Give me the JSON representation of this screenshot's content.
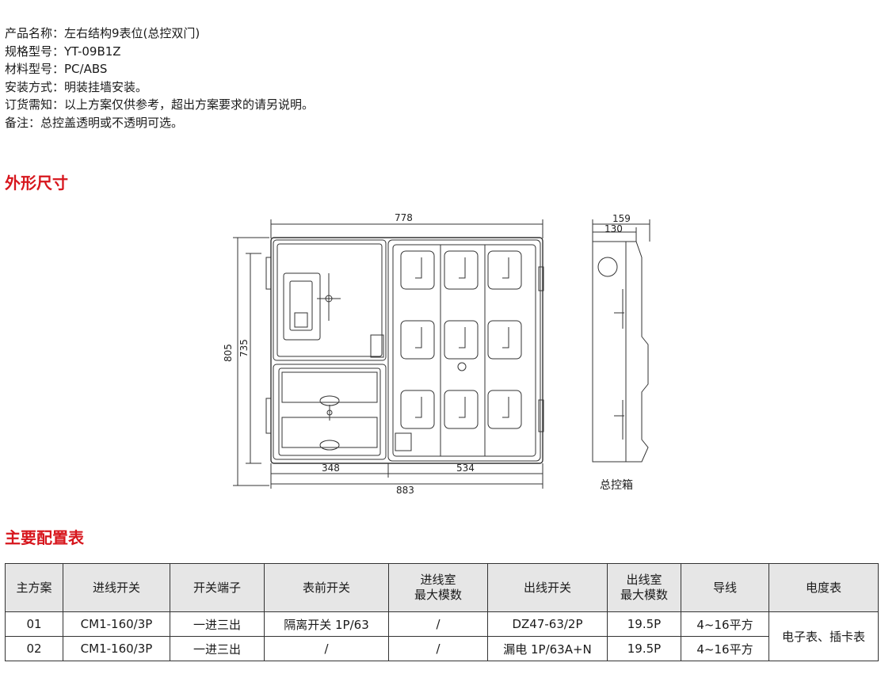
{
  "specs": [
    {
      "label": "产品名称：",
      "value": "左右结构9表位(总控双门)"
    },
    {
      "label": "规格型号：",
      "value": "YT-09B1Z"
    },
    {
      "label": "材料型号：",
      "value": "PC/ABS"
    },
    {
      "label": "安装方式：",
      "value": "明装挂墙安装。"
    },
    {
      "label": "订货需知：",
      "value": "以上方案仅供参考，超出方案要求的请另说明。"
    },
    {
      "label": "备注：",
      "value": "总控盖透明或不透明可选。"
    }
  ],
  "section_dimensions": "外形尺寸",
  "section_config": "主要配置表",
  "drawing": {
    "dims": {
      "top_width": "778",
      "height_outer": "805",
      "height_inner": "735",
      "bottom_left": "348",
      "bottom_right": "534",
      "bottom_total": "883",
      "side_outer": "159",
      "side_inner": "130"
    },
    "side_caption": "总控箱"
  },
  "table": {
    "headers": [
      "主方案",
      "进线开关",
      "开关端子",
      "表前开关",
      "进线室\n最大模数",
      "出线开关",
      "出线室\n最大模数",
      "导线",
      "电度表"
    ],
    "rows": [
      [
        "01",
        "CM1-160/3P",
        "一进三出",
        "隔离开关 1P/63",
        "/",
        "DZ47-63/2P",
        "19.5P",
        "4~16平方"
      ],
      [
        "02",
        "CM1-160/3P",
        "一进三出",
        "/",
        "/",
        "漏电 1P/63A+N",
        "19.5P",
        "4~16平方"
      ]
    ],
    "merged_meter": "电子表、插卡表"
  },
  "colors": {
    "accent": "#d7161d",
    "header_bg": "#e6e6e6"
  }
}
